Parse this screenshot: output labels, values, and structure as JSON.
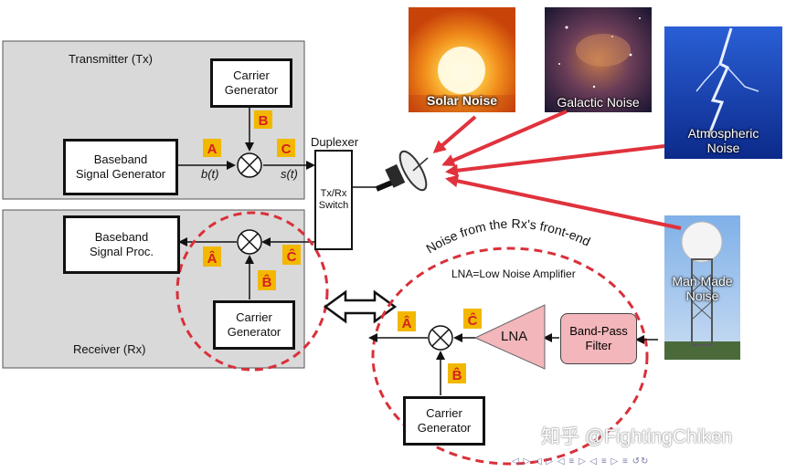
{
  "transmitter": {
    "title": "Transmitter (Tx)",
    "carrier_generator": "Carrier\nGenerator",
    "baseband_generator": "Baseband\nSignal Generator",
    "signal_b": "b(t)",
    "signal_s": "s(t)",
    "badge_a": "A",
    "badge_b": "B",
    "badge_c": "C"
  },
  "duplexer": {
    "label": "Duplexer",
    "switch": "Tx/Rx\nSwitch"
  },
  "receiver": {
    "title": "Receiver (Rx)",
    "baseband_proc": "Baseband\nSignal Proc.",
    "carrier_generator": "Carrier\nGenerator",
    "badge_a": "Â",
    "badge_b": "B̂",
    "badge_c": "Ĉ"
  },
  "front_end": {
    "curved_title": "Noise from the Rx's front-end",
    "lna_caption": "LNA=Low Noise Amplifier",
    "lna": "LNA",
    "band_pass": "Band-Pass\nFilter",
    "carrier_generator": "Carrier\nGenerator",
    "badge_a": "Â",
    "badge_b": "B̂",
    "badge_c": "Ĉ"
  },
  "noise_sources": {
    "solar": "Solar Noise",
    "galactic": "Galactic Noise",
    "atmospheric": "Atmospheric\nNoise",
    "man_made": "Man Made\nNoise"
  },
  "watermark": "知乎 @FightingChiken",
  "nav_symbols": "◁ ▷ ◁ ▷ ◁ ≡ ▷ ◁ ≡ ▷ ≡ ↺↻",
  "colors": {
    "panel": "#d9d9d9",
    "badge": "#f2b800",
    "badge_text": "#d62020",
    "arrow_red": "#e0323c",
    "circle_dash": "#d9303a",
    "lna_fill": "#f2b6bb"
  }
}
